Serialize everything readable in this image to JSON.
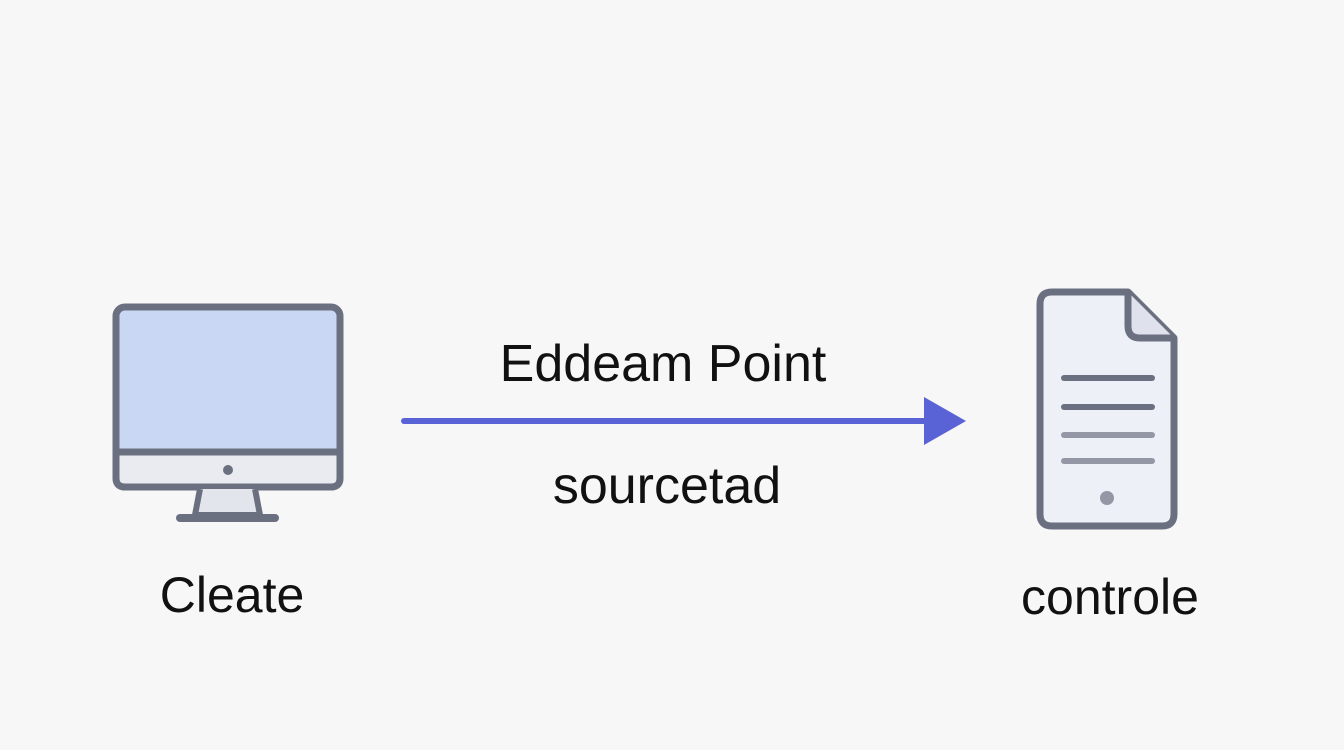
{
  "nodes": {
    "source": {
      "label": "Cleate",
      "icon": "desktop-monitor-icon"
    },
    "target": {
      "label": "controle",
      "icon": "document-icon"
    }
  },
  "edge": {
    "label_top": "Eddeam Point",
    "label_bottom": "sourcetad",
    "color": "#5a63d6"
  },
  "colors": {
    "background": "#f7f7f8",
    "icon_stroke": "#6b7080",
    "monitor_screen": "#c9d7f5",
    "document_fill": "#eef0f8",
    "text": "#111111"
  }
}
